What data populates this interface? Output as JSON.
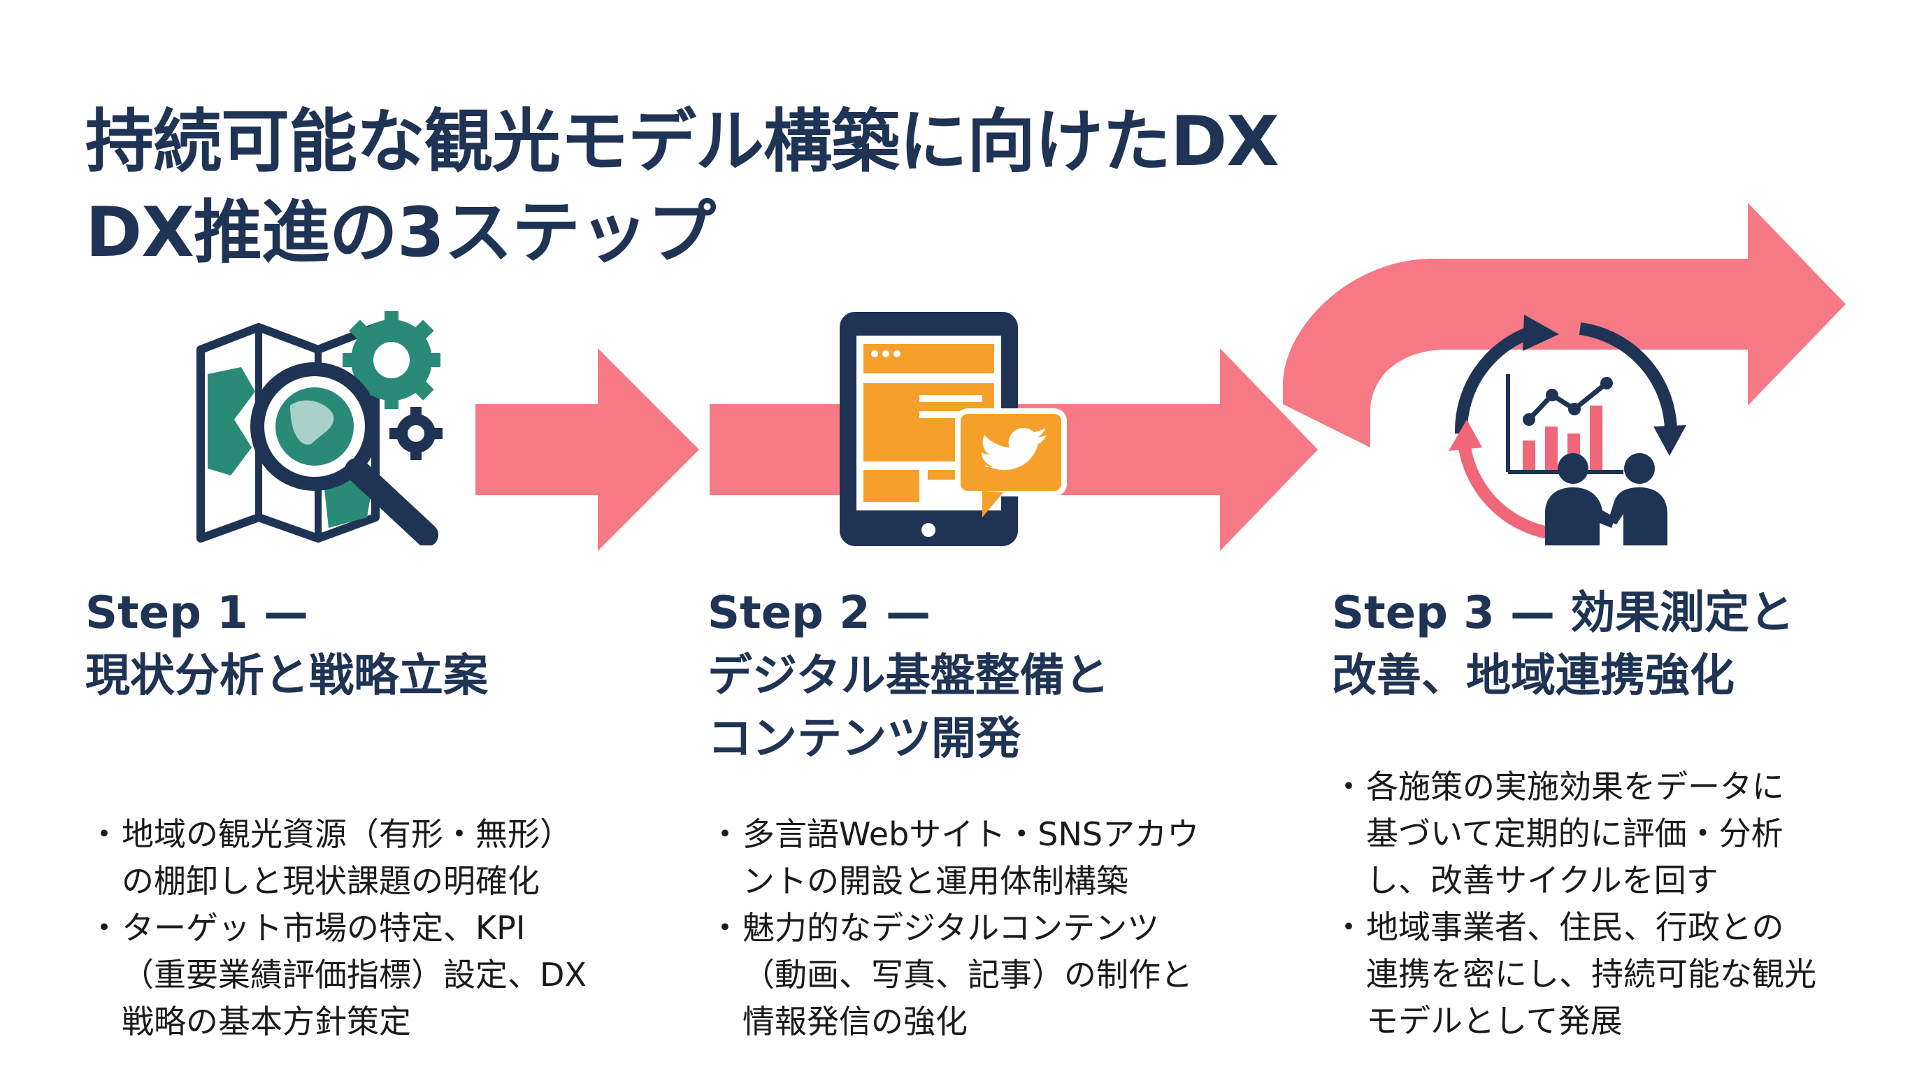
{
  "title": {
    "line1": "持続可能な観光モデル構築に向けたDX",
    "line2": "DX推進の3ステップ"
  },
  "colors": {
    "navy": "#1f3354",
    "arrow": "#f57a86",
    "teal": "#2a8a78",
    "orange": "#f5a02a",
    "pink": "#f0677a"
  },
  "icons": [
    "map-magnifier-gears-icon",
    "tablet-twitter-icon",
    "cycle-chart-people-icon"
  ],
  "steps": [
    {
      "heading_line1": "Step 1 —",
      "heading_line2": "現状分析と戦略立案",
      "bullets": [
        "地域の観光資源（有形・無形）\nの棚卸しと現状課題の明確化",
        "ターゲット市場の特定、KPI\n（重要業績評価指標）設定、DX\n戦略の基本方針策定"
      ]
    },
    {
      "heading_line1": "Step 2 —",
      "heading_line2": "デジタル基盤整備と",
      "heading_line3": "コンテンツ開発",
      "bullets": [
        "多言語Webサイト・SNSアカウ\nントの開設と運用体制構築",
        "魅力的なデジタルコンテンツ\n（動画、写真、記事）の制作と\n情報発信の強化"
      ]
    },
    {
      "heading_line1": "Step 3 — 効果測定と",
      "heading_line2": "改善、地域連携強化",
      "bullets": [
        "各施策の実施効果をデータに\n基づいて定期的に評価・分析\nし、改善サイクルを回す",
        "地域事業者、住民、行政との\n連携を密にし、持続可能な観光\nモデルとして発展"
      ]
    }
  ]
}
